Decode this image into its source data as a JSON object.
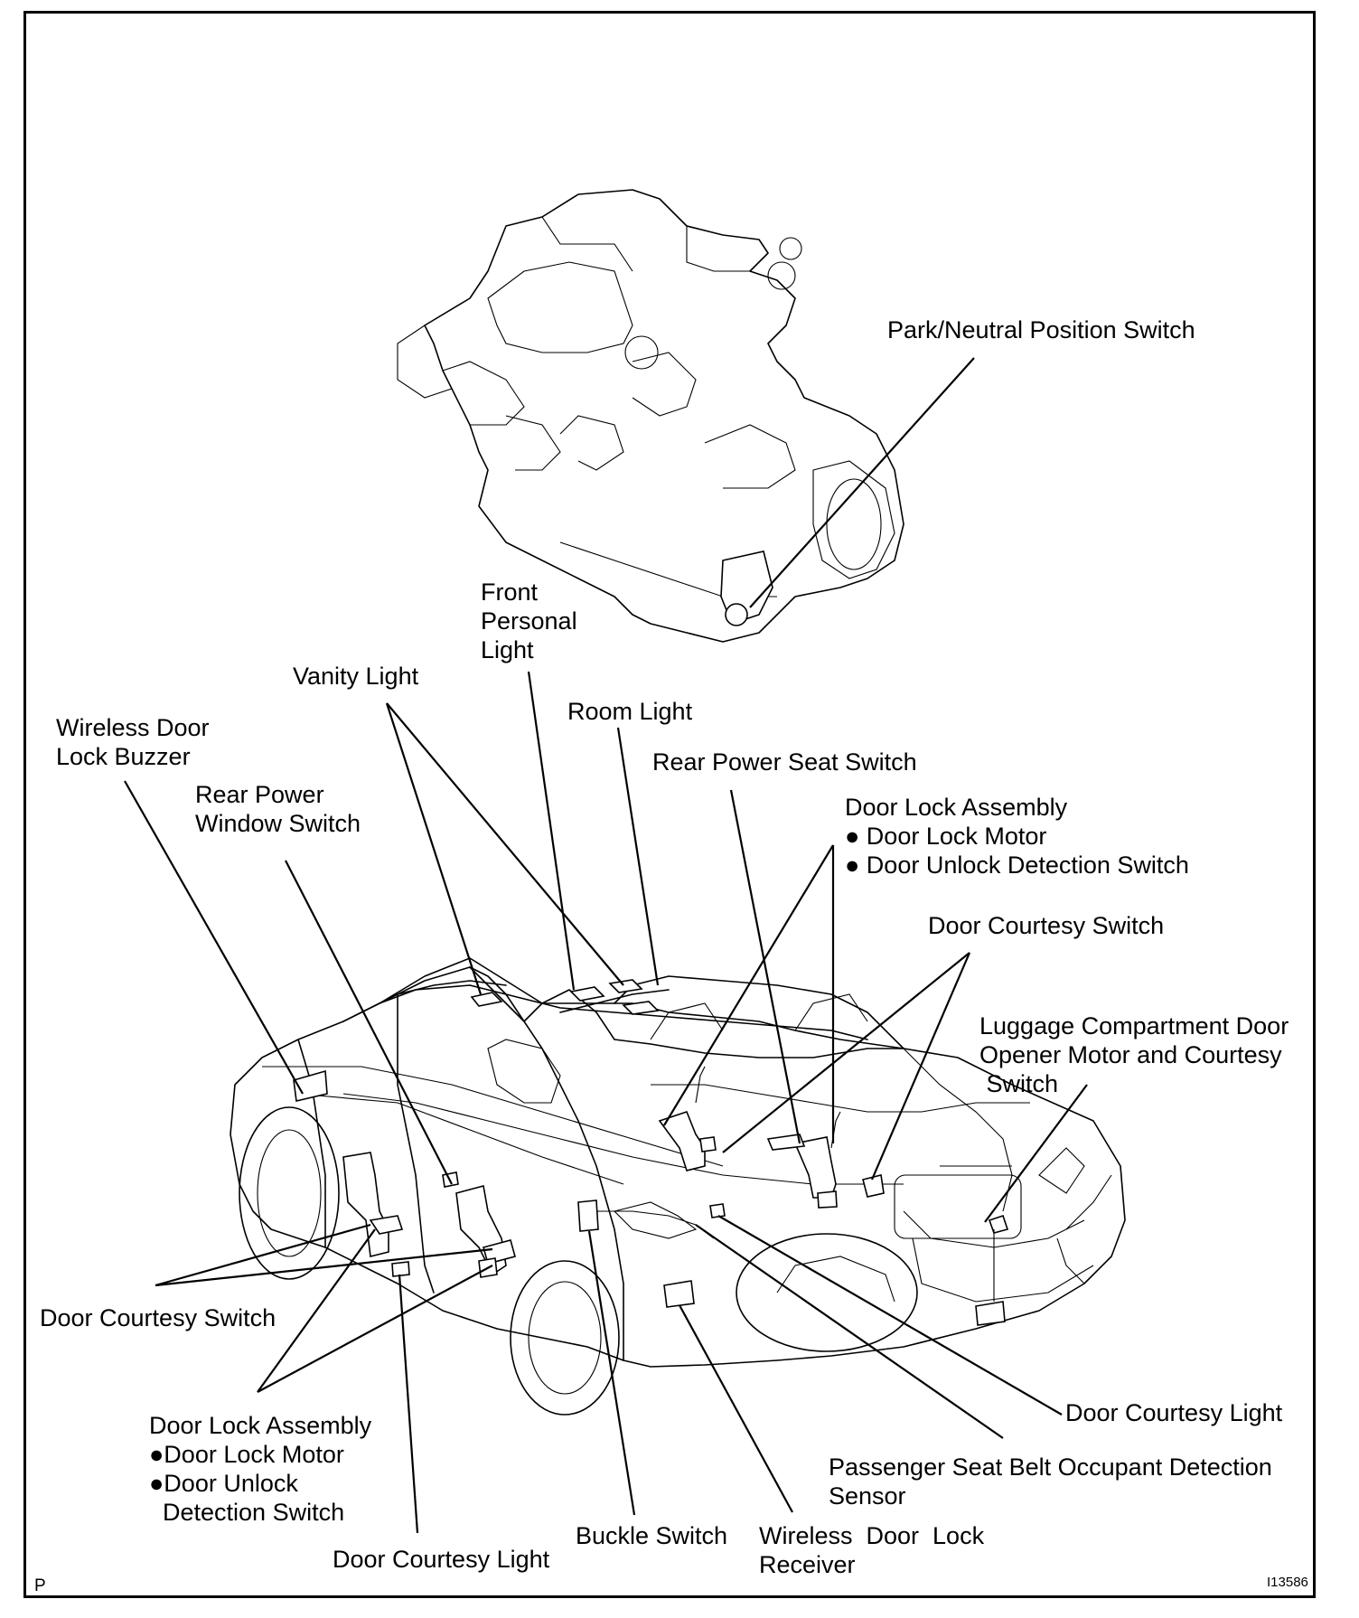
{
  "labels": {
    "park_neutral": "Park/Neutral Position Switch",
    "front_personal": [
      "Front",
      "Personal",
      "Light"
    ],
    "vanity": "Vanity Light",
    "room": "Room Light",
    "wireless_buzzer": [
      "Wireless Door",
      "Lock Buzzer"
    ],
    "rear_power_window": [
      "Rear Power",
      "Window Switch"
    ],
    "rear_power_seat": "Rear Power Seat Switch",
    "door_lock_assembly_right": [
      "Door Lock Assembly",
      "● Door Lock Motor",
      "● Door Unlock Detection Switch"
    ],
    "door_courtesy_switch_right": "Door Courtesy Switch",
    "luggage": [
      "Luggage Compartment Door",
      "Opener Motor and Courtesy",
      " Switch"
    ],
    "door_courtesy_switch_left": "Door Courtesy Switch",
    "door_lock_assembly_left": [
      "Door Lock Assembly",
      "●Door Lock Motor",
      "●Door Unlock",
      "  Detection Switch"
    ],
    "door_courtesy_light_right": "Door Courtesy Light",
    "passenger_seat_belt": [
      "Passenger Seat Belt Occupant Detection",
      "Sensor"
    ],
    "buckle_switch": "Buckle Switch",
    "wireless_receiver": [
      "Wireless  Door  Lock",
      "Receiver"
    ],
    "door_courtesy_light_bottom": "Door Courtesy Light"
  },
  "corner_marks": {
    "page_letter": "P",
    "figure_id": "I13586"
  }
}
